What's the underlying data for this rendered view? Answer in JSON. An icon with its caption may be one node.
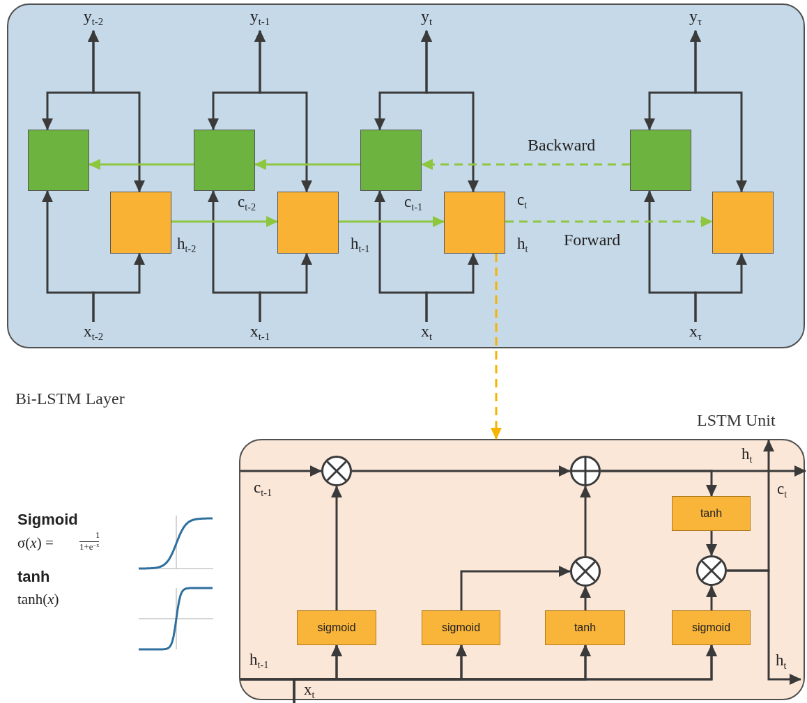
{
  "diagram": {
    "nodes": [
      {
        "text": [
          "Bi-LSTM Layer"
        ]
      },
      {
        "text": [
          "y$_{t-2}$"
        ],
        "in": 0
      },
      {
        "text": [
          "y$_{t-1}$"
        ],
        "in": 0
      },
      {
        "text": [
          "y$_{t}$"
        ],
        "in": 0
      },
      {
        "text": [
          "y$_{τ}$"
        ],
        "in": 0
      },
      {
        "text": [],
        "shape": "box",
        "in": 0
      },
      {
        "text": [],
        "shape": "box",
        "in": 0
      },
      {
        "text": [],
        "shape": "box",
        "in": 0
      },
      {
        "text": [],
        "shape": "box",
        "in": 0
      },
      {
        "text": [],
        "shape": "box",
        "in": 0
      },
      {
        "text": [],
        "shape": "box",
        "in": 0
      },
      {
        "text": [],
        "shape": "box",
        "in": 0
      },
      {
        "text": [],
        "shape": "box",
        "in": 0
      },
      {
        "text": [
          "x$_{t-2}$"
        ],
        "in": 0
      },
      {
        "text": [
          "x$_{t-1}$"
        ],
        "in": 0
      },
      {
        "text": [
          "x$_{t}$"
        ],
        "in": 0
      },
      {
        "text": [
          "x$_{τ}$"
        ],
        "in": 0
      },
      {
        "text": [
          "LSTM Unit"
        ]
      },
      {
        "text": [],
        "shape": "circle",
        "in": 17
      },
      {
        "text": [],
        "shape": "circle",
        "in": 17
      },
      {
        "text": [
          "tanh"
        ],
        "in": 17
      },
      {
        "text": [],
        "shape": "circle",
        "in": 17
      },
      {
        "text": [],
        "shape": "circle",
        "in": 17
      },
      {
        "text": [
          "sigmoid"
        ],
        "in": 17
      },
      {
        "text": [
          "sigmoid"
        ],
        "in": 17
      },
      {
        "text": [
          "tanh"
        ],
        "in": 17
      },
      {
        "text": [
          "sigmoid"
        ],
        "in": 17
      }
    ],
    "edges": [
      {
        "from": 5,
        "to": 1,
        "arrow": "both"
      },
      {
        "from": 9,
        "to": 1,
        "arrow": "both"
      },
      {
        "from": 6,
        "to": 2,
        "arrow": "both"
      },
      {
        "from": 10,
        "to": 2,
        "arrow": "both"
      },
      {
        "from": 7,
        "to": 3,
        "arrow": "both"
      },
      {
        "from": 11,
        "to": 3,
        "arrow": "both"
      },
      {
        "from": 8,
        "to": 4,
        "arrow": "both"
      },
      {
        "from": 12,
        "to": 4,
        "arrow": "both"
      },
      {
        "from": 13,
        "to": 5,
        "arrow": "to"
      },
      {
        "from": 13,
        "to": 9,
        "arrow": "to"
      },
      {
        "from": 14,
        "to": 6,
        "arrow": "to"
      },
      {
        "from": 14,
        "to": 10,
        "arrow": "to"
      },
      {
        "from": 15,
        "to": 7,
        "arrow": "to"
      },
      {
        "from": 15,
        "to": 11,
        "arrow": "to"
      },
      {
        "from": 16,
        "to": 8,
        "arrow": "to"
      },
      {
        "from": 16,
        "to": 12,
        "arrow": "to"
      },
      {
        "from": 6,
        "to": 5,
        "arrow": "to",
        "color": "#8dc63f"
      },
      {
        "from": 7,
        "to": 6,
        "arrow": "to",
        "color": "#8dc63f"
      },
      {
        "from": 8,
        "to": 7,
        "arrow": "to",
        "style": "dashed",
        "color": "#8dc63f"
      },
      {
        "from": 9,
        "to": 10,
        "arrow": "to",
        "color": "#8dc63f"
      },
      {
        "from": 10,
        "to": 11,
        "arrow": "to",
        "color": "#8dc63f"
      },
      {
        "from": 11,
        "to": 12,
        "arrow": "to",
        "style": "dashed",
        "color": "#8dc63f"
      },
      {
        "from": 11,
        "to": 17,
        "arrow": "to",
        "style": "dashed",
        "color": "#f5b400"
      },
      {
        "from": null,
        "to": 18,
        "arrow": "to"
      },
      {
        "from": 18,
        "to": 19,
        "arrow": "to"
      },
      {
        "from": 19,
        "to": null,
        "arrow": "to"
      },
      {
        "from": 19,
        "to": 20,
        "arrow": "to"
      },
      {
        "from": 20,
        "to": 22,
        "arrow": "to"
      },
      {
        "from": 23,
        "to": 18,
        "arrow": "to"
      },
      {
        "from": 24,
        "to": 21,
        "arrow": "to"
      },
      {
        "from": 25,
        "to": 21,
        "arrow": "to"
      },
      {
        "from": 21,
        "to": 19,
        "arrow": "to"
      },
      {
        "from": 26,
        "to": 22,
        "arrow": "to"
      },
      {
        "from": 22,
        "to": null,
        "arrow": "to"
      },
      {
        "from": 22,
        "to": null,
        "arrow": "to"
      },
      {
        "from": null,
        "to": 23,
        "arrow": "to"
      },
      {
        "from": null,
        "to": 24,
        "arrow": "to"
      },
      {
        "from": null,
        "to": 25,
        "arrow": "to"
      },
      {
        "from": null,
        "to": 26,
        "arrow": "to"
      },
      {
        "from": null,
        "to": 23,
        "arrow": "to"
      },
      {
        "from": null,
        "to": 24,
        "arrow": "to"
      },
      {
        "from": null,
        "to": 25,
        "arrow": "to"
      },
      {
        "from": null,
        "to": 26,
        "arrow": "to"
      }
    ],
    "labels": [
      "Backward",
      "c$_{t-2}$",
      "c$_{t-1}$",
      "c$_{t}$",
      "h$_{t-2}$",
      "h$_{t-1}$",
      "h$_{t}$",
      "Forward",
      "h$_{t}$",
      "c$_{t-1}$",
      "c$_{t}$",
      "Sigmoid",
      "σ(*x*) =",
      "1",
      "1+e$^{−x}$",
      "tanh",
      "tanh(*x*)",
      "h$_{t-1}$",
      "h$_{t}$",
      "x$_{t}$"
    ]
  }
}
